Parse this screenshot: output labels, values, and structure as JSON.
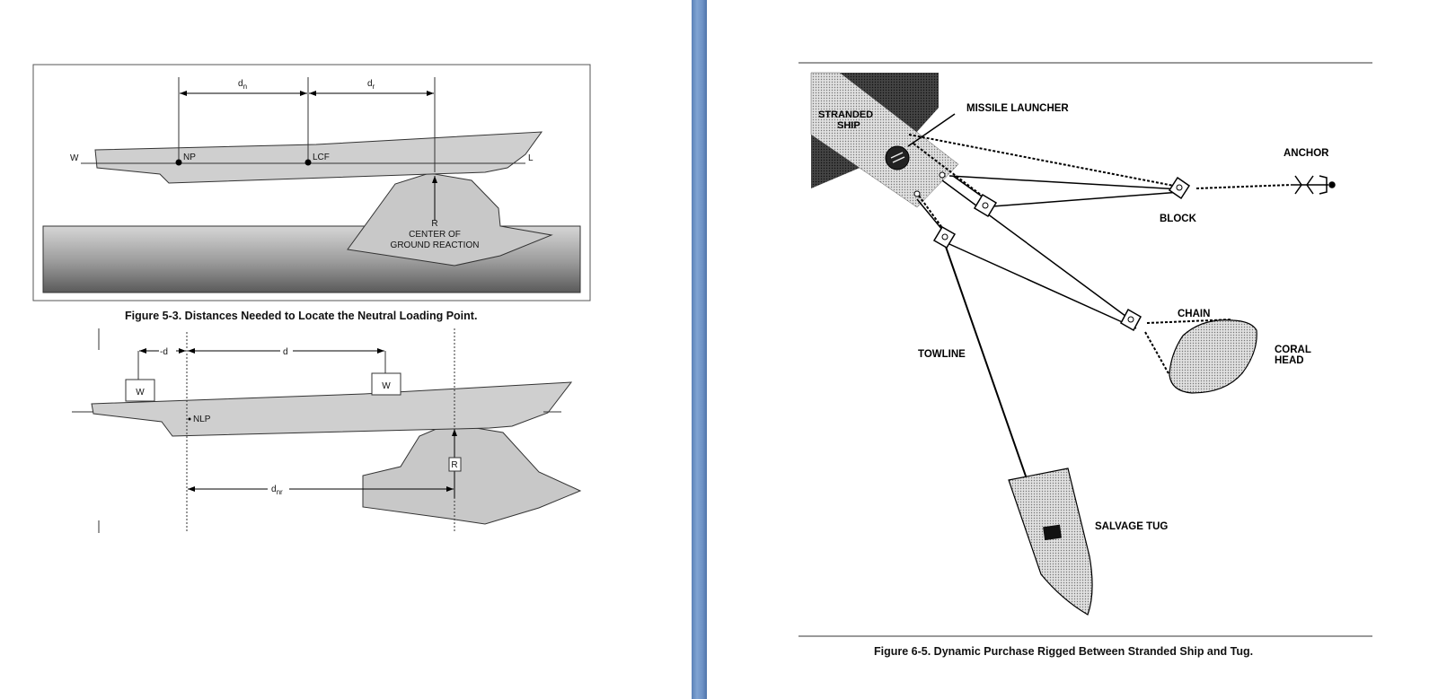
{
  "figure_5_3": {
    "caption": "Figure 5-3. Distances Needed to Locate the Neutral Loading Point.",
    "labels": {
      "dn_main": "d",
      "dn_sub": "n",
      "dr_main": "d",
      "dr_sub": "r",
      "w": "W",
      "l": "L",
      "np": "NP",
      "lcf": "LCF",
      "r": "R",
      "center_line1": "CENTER OF",
      "center_line2": "GROUND REACTION"
    }
  },
  "figure_nlp": {
    "labels": {
      "neg_d": "-d",
      "d": "d",
      "w_left": "W",
      "w_right": "W",
      "nlp": "NLP",
      "r": "R",
      "dnr_main": "d",
      "dnr_sub": "nr"
    }
  },
  "figure_6_5": {
    "caption": "Figure 6-5. Dynamic Purchase Rigged Between Stranded Ship and Tug.",
    "labels": {
      "stranded_line1": "STRANDED",
      "stranded_line2": "SHIP",
      "missile_launcher": "MISSILE LAUNCHER",
      "anchor": "ANCHOR",
      "block": "BLOCK",
      "chain": "CHAIN",
      "coral_line1": "CORAL",
      "coral_line2": "HEAD",
      "towline": "TOWLINE",
      "salvage_tug": "SALVAGE TUG"
    }
  }
}
